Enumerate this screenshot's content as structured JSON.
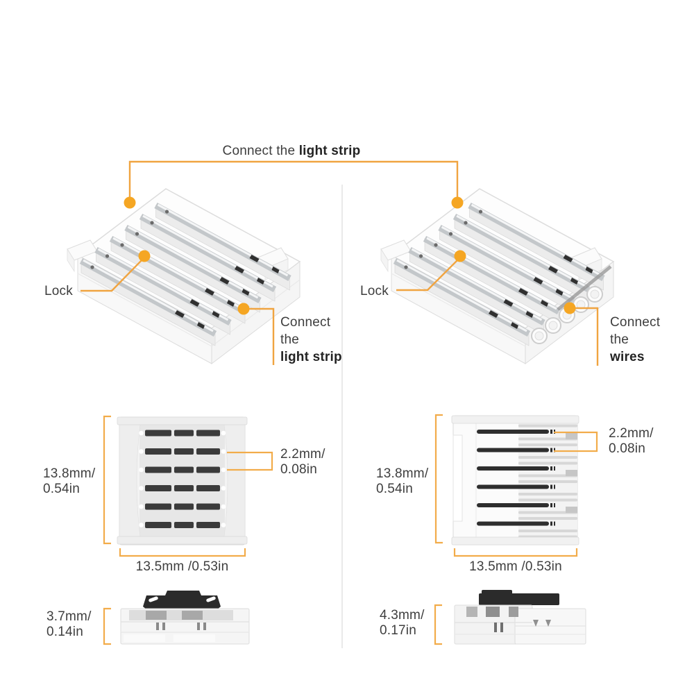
{
  "colors": {
    "accent": "#F5A623",
    "line": "#F0A440",
    "text": "#3E3E3E"
  },
  "top_banner": {
    "label_regular": "Connect the ",
    "label_bold": "light strip"
  },
  "left_connector": {
    "lock_label": "Lock",
    "connect_label_line1": "Connect",
    "connect_label_line2": "the",
    "connect_label_line3": "light strip"
  },
  "right_connector": {
    "lock_label": "Lock",
    "connect_label_line1": "Connect",
    "connect_label_line2": "the",
    "connect_label_line3": "wires"
  },
  "left_top_view": {
    "height_label_line1": "13.8mm/",
    "height_label_line2": "0.54in",
    "pitch_label_line1": "2.2mm/",
    "pitch_label_line2": "0.08in",
    "width_label": "13.5mm /0.53in"
  },
  "right_top_view": {
    "height_label_line1": "13.8mm/",
    "height_label_line2": "0.54in",
    "pitch_label_line1": "2.2mm/",
    "pitch_label_line2": "0.08in",
    "width_label": "13.5mm /0.53in"
  },
  "left_side_view": {
    "height_label_line1": "3.7mm/",
    "height_label_line2": "0.14in"
  },
  "right_side_view": {
    "height_label_line1": "4.3mm/",
    "height_label_line2": "0.17in"
  }
}
